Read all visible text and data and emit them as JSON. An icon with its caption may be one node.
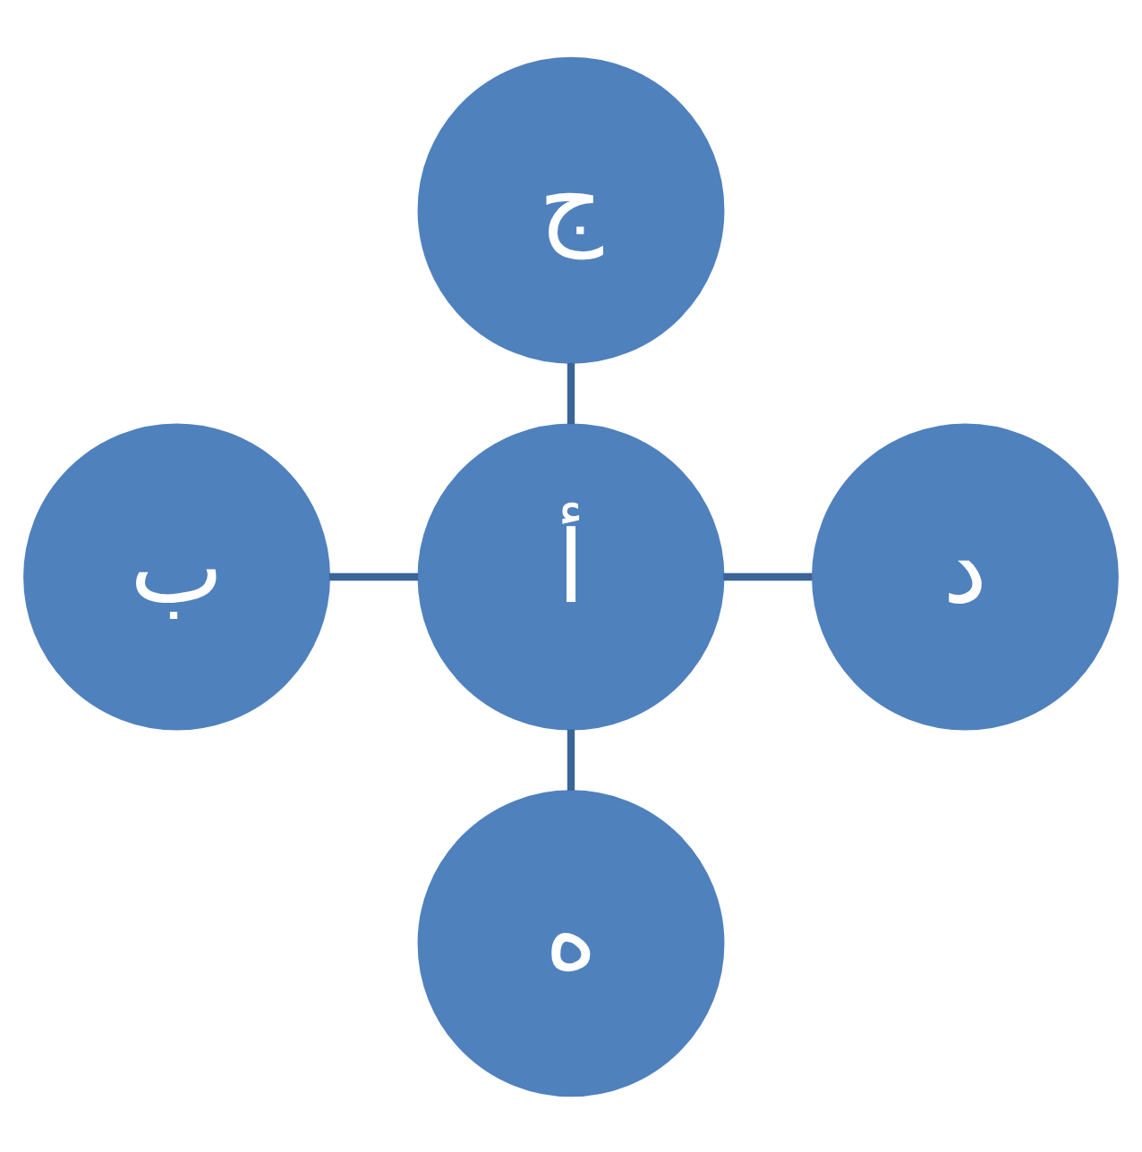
{
  "diagram": {
    "nodes": [
      {
        "text": [
          "ج"
        ]
      },
      {
        "text": [
          "ب"
        ]
      },
      {
        "text": [
          "أ"
        ]
      },
      {
        "text": [
          "د"
        ]
      },
      {
        "text": [
          "ه"
        ]
      }
    ],
    "edges": [
      {
        "from": 0,
        "to": 2,
        "arrow": "none"
      },
      {
        "from": 1,
        "to": 2,
        "arrow": "none"
      },
      {
        "from": 2,
        "to": 3,
        "arrow": "none"
      },
      {
        "from": 2,
        "to": 4,
        "arrow": "none"
      }
    ]
  }
}
